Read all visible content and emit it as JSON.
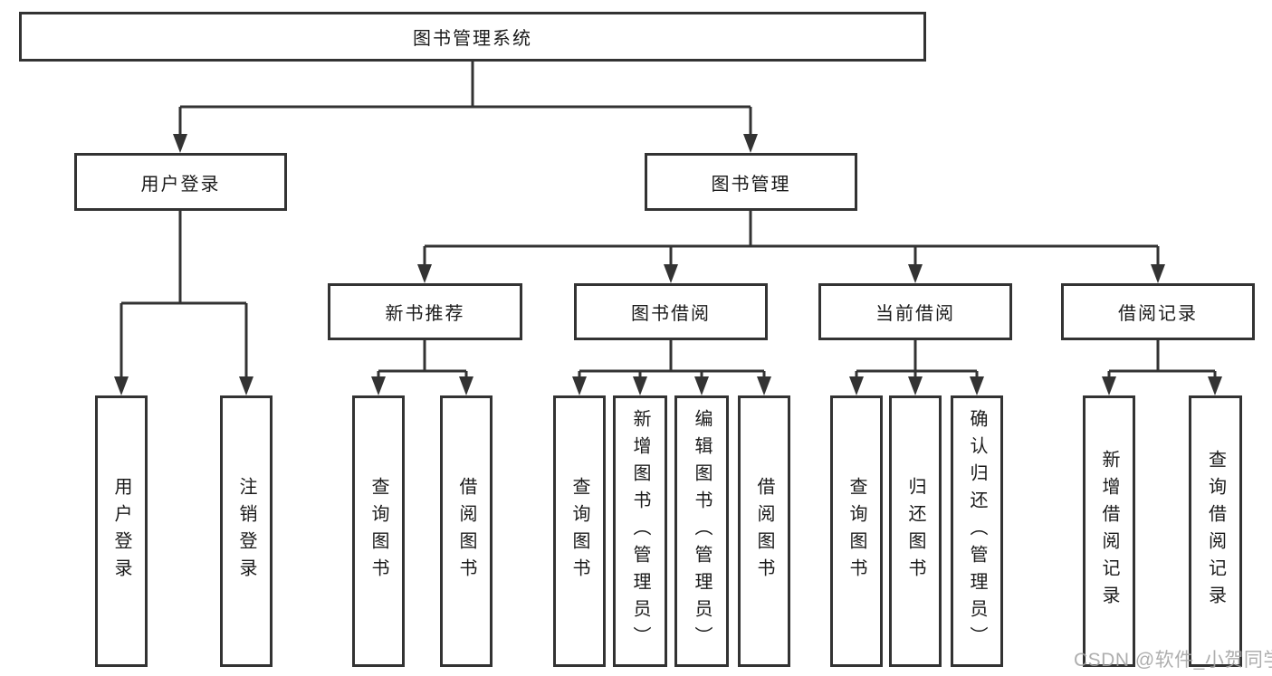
{
  "diagram_title": "图书管理系统",
  "nodes": {
    "root": "图书管理系统",
    "user_login": "用户登录",
    "book_mgmt": "图书管理",
    "new_book_rec": "新书推荐",
    "book_borrow": "图书借阅",
    "current_borrow": "当前借阅",
    "borrow_records": "借阅记录",
    "login": "用户登录",
    "logout": "注销登录",
    "nbr_query": "查询图书",
    "nbr_borrow": "借阅图书",
    "bb_query": "查询图书",
    "bb_add": "新增图书（管理员）",
    "bb_edit": "编辑图书（管理员）",
    "bb_borrow": "借阅图书",
    "cb_query": "查询图书",
    "cb_return": "归还图书",
    "cb_confirm": "确认归还（管理员）",
    "br_add": "新增借阅记录",
    "br_query": "查询借阅记录"
  },
  "watermark": "CSDN @软件_小贺同学",
  "colors": {
    "line": "#333333",
    "box_border": "#333333",
    "text": "#1a1a1a",
    "watermark": "#a3a3a3",
    "background": "#ffffff"
  }
}
